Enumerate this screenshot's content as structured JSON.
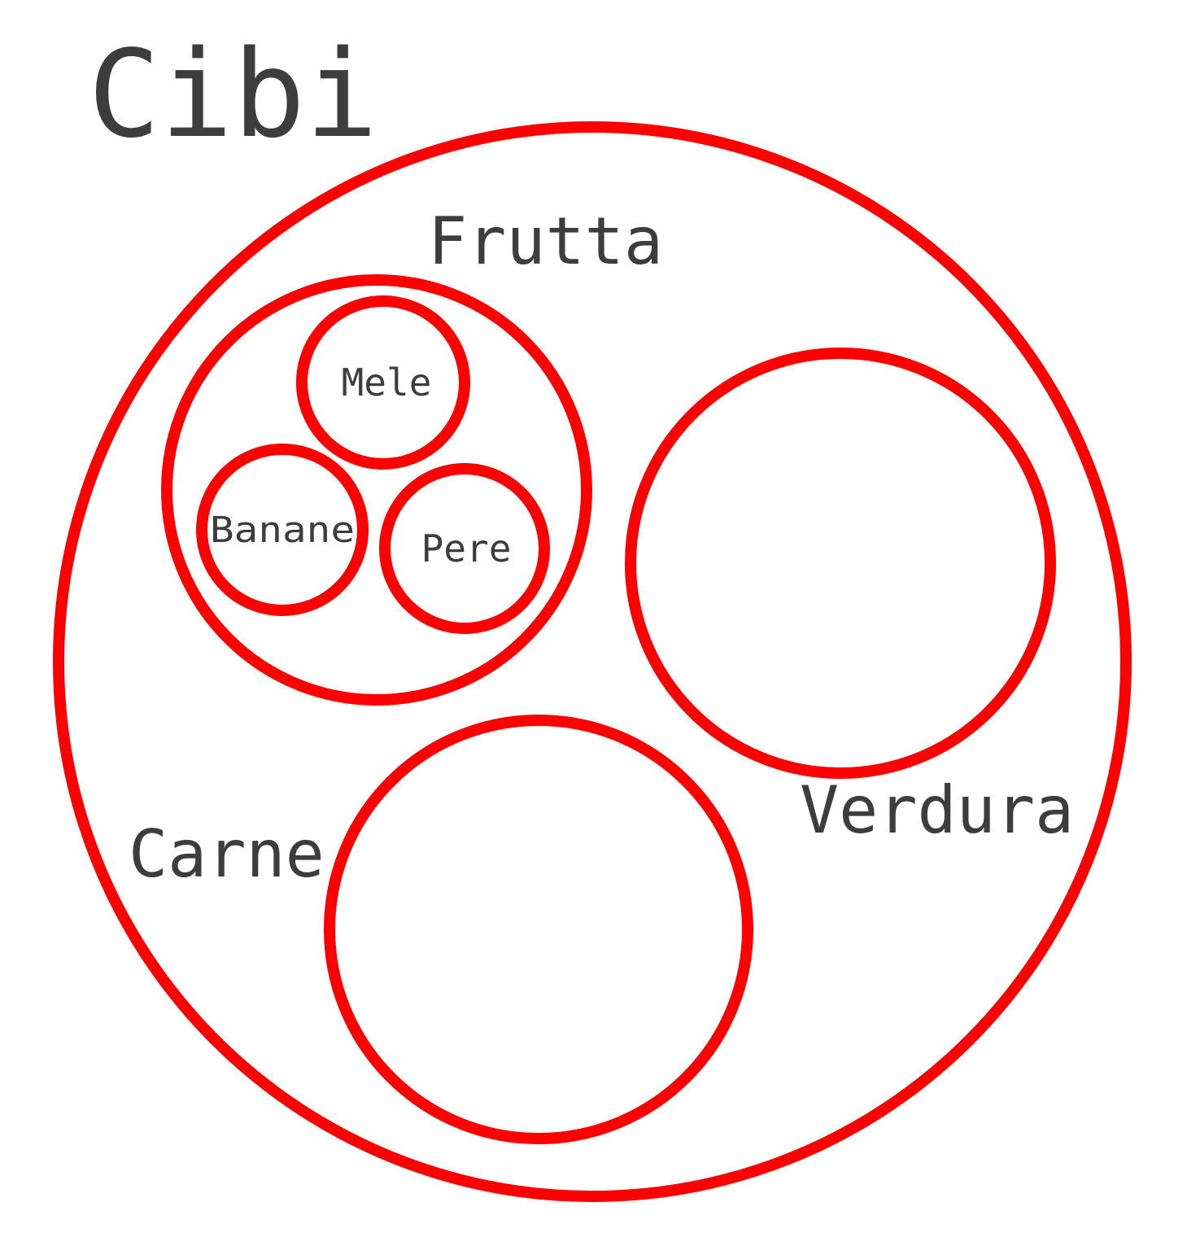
{
  "diagram": {
    "title": "Cibi",
    "colors": {
      "stroke": "#ff0000",
      "text": "#3d3d3d",
      "background": "#ffffff"
    },
    "sets": {
      "frutta": "Frutta",
      "verdura": "Verdura",
      "carne": "Carne",
      "mele": "Mele",
      "banane": "Banane",
      "pere": "Pere"
    }
  }
}
